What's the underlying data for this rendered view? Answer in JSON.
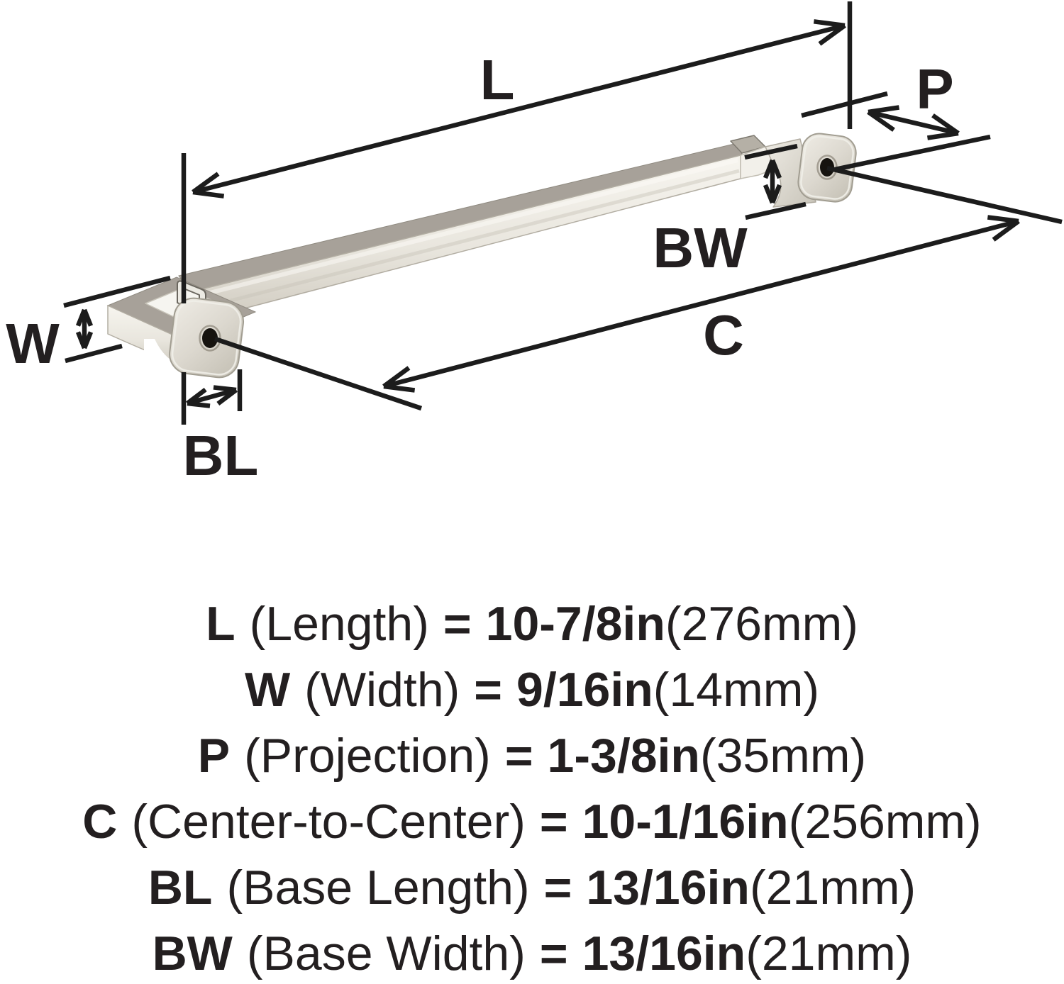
{
  "diagram": {
    "labels": {
      "L": "L",
      "P": "P",
      "BW": "BW",
      "C": "C",
      "W": "W",
      "BL": "BL"
    }
  },
  "specs": [
    {
      "symbol": "L",
      "name": "(Length)",
      "equals": "=",
      "imperial": "10-7/8in",
      "metric": "(276mm)"
    },
    {
      "symbol": "W",
      "name": "(Width)",
      "equals": "=",
      "imperial": "9/16in",
      "metric": "(14mm)"
    },
    {
      "symbol": "P",
      "name": "(Projection)",
      "equals": "=",
      "imperial": "1-3/8in",
      "metric": "(35mm)"
    },
    {
      "symbol": "C",
      "name": "(Center-to-Center)",
      "equals": "=",
      "imperial": "10-1/16in",
      "metric": "(256mm)"
    },
    {
      "symbol": "BL",
      "name": "(Base Length)",
      "equals": "=",
      "imperial": "13/16in",
      "metric": "(21mm)"
    },
    {
      "symbol": "BW",
      "name": "(Base Width)",
      "equals": "=",
      "imperial": "13/16in",
      "metric": "(21mm)"
    }
  ],
  "colors": {
    "line": "#1c1c1c",
    "text": "#231f20",
    "metal_top": "#a7a199",
    "metal_front_light": "#f7f5ef",
    "metal_front_dark": "#d3cfc4",
    "base_plate_light": "#ece9e2",
    "base_plate_dark": "#c6c2b6",
    "hole": "#16130f"
  }
}
